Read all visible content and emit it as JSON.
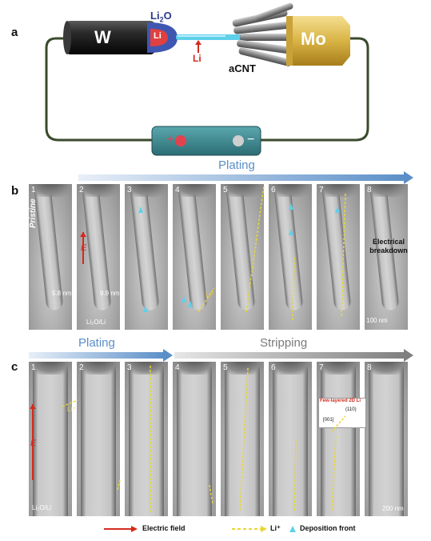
{
  "panel_a": {
    "label": "a",
    "left_electrode": "W",
    "li2o_prefix": "Li",
    "li2o_sub": "2",
    "li2o_suffix": "O",
    "li_on_tip": "Li",
    "li_arrow": "Li",
    "right_electrode": "Mo",
    "acnt": "aCNT",
    "plus": "+",
    "minus": "−"
  },
  "panel_b": {
    "label": "b",
    "banner": "Plating",
    "pristine": "Pristine",
    "efield": "E",
    "d1": "5.8 nm",
    "d2": "9.9 nm",
    "li2o_li": "Li₂O/Li",
    "li_plus": "Li⁺",
    "breakdown": "Electrical breakdown",
    "scale": "100 nm",
    "frames": [
      "1",
      "2",
      "3",
      "4",
      "5",
      "6",
      "7",
      "8"
    ]
  },
  "panel_c": {
    "label": "c",
    "banner_plating": "Plating",
    "banner_stripping": "Stripping",
    "efield": "E",
    "li_plus": "Li⁺",
    "li2o_li": "Li₂O/Li",
    "inset_title": "Few-layered 2D Li",
    "inset_hkl": "(110)",
    "inset_zone": "[001]",
    "scale": "200 nm",
    "frames": [
      "1",
      "2",
      "3",
      "4",
      "5",
      "6",
      "7",
      "8"
    ]
  },
  "legend": {
    "efield": "Electric field",
    "li": "Li⁺",
    "front": "Deposition front"
  },
  "colors": {
    "banner_blue": "#5b8fc8",
    "banner_gray": "#8a8a8a",
    "tungsten": "#1e1e1e",
    "molybdenum": "#e0c15a",
    "li2o_blue": "#3f57b0",
    "li_cyan": "#5fd0ea",
    "circuit": "#3b4a2c",
    "battery": "#3e8a91",
    "efield_red": "#d42a1e",
    "li_yellow": "#e9d733"
  }
}
